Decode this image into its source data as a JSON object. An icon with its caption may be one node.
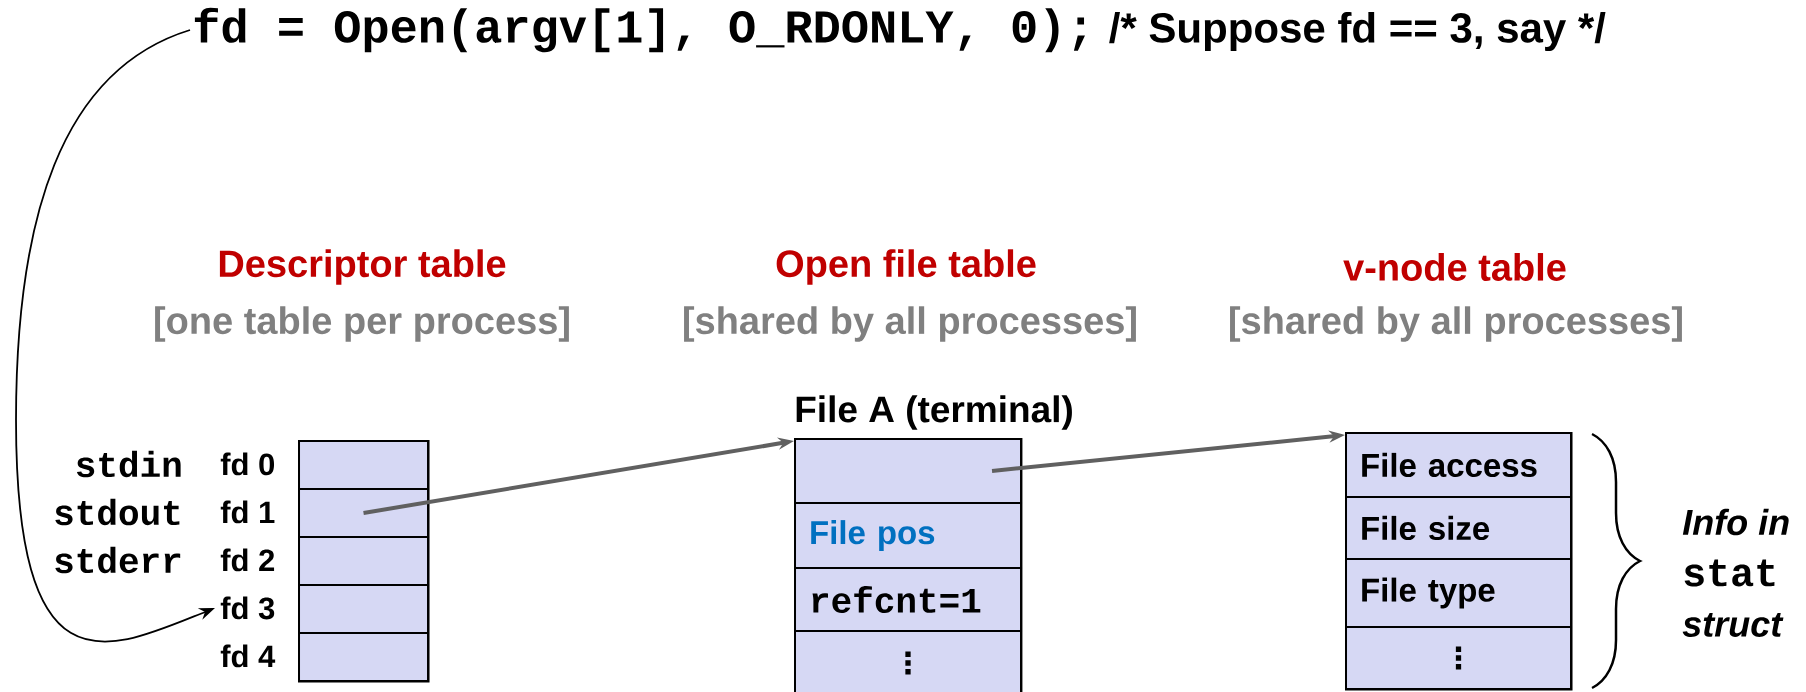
{
  "diagram": {
    "nodes": [
      {
        "text": [
          "fd = Open(argv[1], O_RDONLY, 0);",
          "/* Suppose fd == 3, say */"
        ]
      },
      {
        "text": [],
        "shape": "box"
      },
      {
        "text": [],
        "shape": "box",
        "in": 1,
        "beside": [
          "stdin",
          "fd 0"
        ]
      },
      {
        "text": [],
        "shape": "box",
        "in": 1,
        "beside": [
          "stdout",
          "fd 1"
        ]
      },
      {
        "text": [],
        "shape": "box",
        "in": 1,
        "beside": [
          "stderr",
          "fd 2"
        ]
      },
      {
        "text": [],
        "shape": "box",
        "in": 1,
        "beside": [
          "fd 3"
        ]
      },
      {
        "text": [],
        "shape": "box",
        "in": 1,
        "beside": [
          "fd 4"
        ]
      },
      {
        "text": [
          "File A (terminal)"
        ]
      },
      {
        "text": [],
        "shape": "box",
        "in": 7
      },
      {
        "text": [
          "File pos"
        ],
        "in": 7
      },
      {
        "text": [
          "refcnt=1"
        ],
        "in": 7
      },
      {
        "text": [
          "⋮"
        ],
        "in": 7
      },
      {
        "text": [],
        "shape": "box"
      },
      {
        "text": [
          "File access"
        ],
        "in": 12
      },
      {
        "text": [
          "File size"
        ],
        "in": 12
      },
      {
        "text": [
          "File type"
        ],
        "in": 12
      },
      {
        "text": [
          "⋮"
        ],
        "in": 12
      }
    ],
    "edges": [
      {
        "from": 0,
        "to": 5,
        "arrow": "to",
        "color": "#000000"
      },
      {
        "from": 3,
        "to": 7,
        "arrow": "to"
      },
      {
        "from": 8,
        "to": 12,
        "arrow": "to"
      }
    ],
    "labels": [
      "Descriptor table",
      "[one table per process]",
      "Open file table",
      "[shared by all processes]",
      "v-node table",
      "[shared by all processes]",
      "Info in",
      "stat",
      "struct"
    ]
  }
}
